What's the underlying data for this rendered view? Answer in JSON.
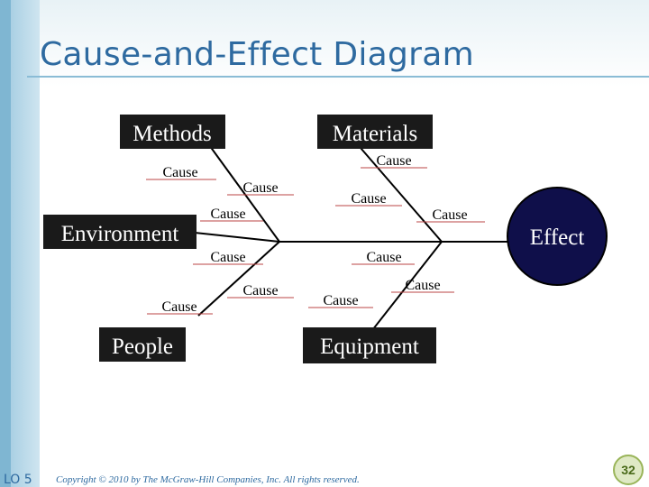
{
  "slide": {
    "title": "Cause-and-Effect Diagram",
    "lo_label": "LO 5",
    "copyright": "Copyright © 2010 by The McGraw-Hill Companies, Inc. All rights reserved.",
    "page_number": "32"
  },
  "diagram": {
    "categories": {
      "methods": "Methods",
      "materials": "Materials",
      "environment": "Environment",
      "people": "People",
      "equipment": "Equipment"
    },
    "effect": "Effect",
    "cause_label": "Cause",
    "colors": {
      "box_fill": "#1a1a1a",
      "effect_fill": "#0f0f4a",
      "line": "#000000",
      "accent": "#2e6aa0"
    }
  }
}
